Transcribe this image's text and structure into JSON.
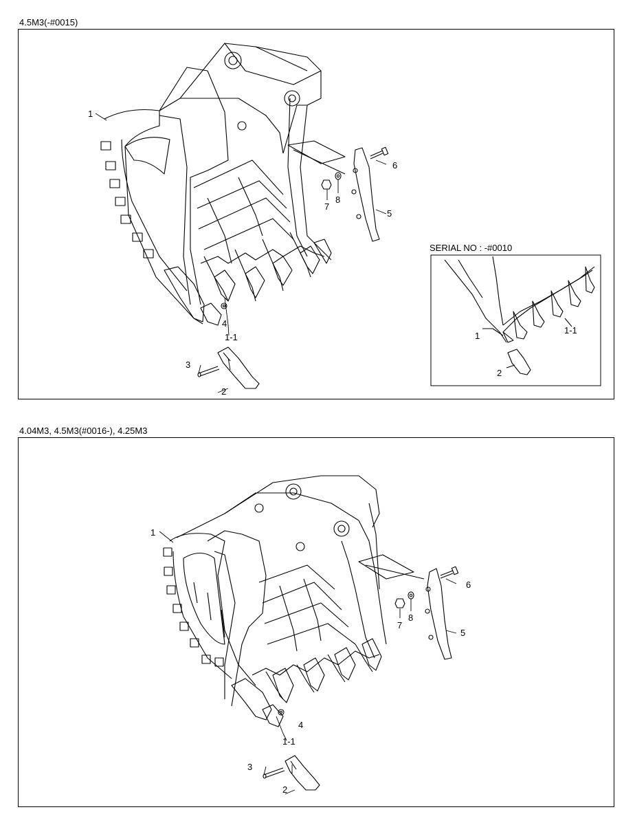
{
  "sections": [
    {
      "title": "4.5M3(-#0015)",
      "callouts": {
        "c1": "1",
        "c1_1": "1-1",
        "c2": "2",
        "c3": "3",
        "c4": "4",
        "c5": "5",
        "c6": "6",
        "c7": "7",
        "c8": "8"
      },
      "inset": {
        "title": "SERIAL NO : -#0010",
        "callouts": {
          "c1": "1",
          "c1_1": "1-1",
          "c2": "2"
        }
      }
    },
    {
      "title": "4.04M3, 4.5M3(#0016-), 4.25M3",
      "callouts": {
        "c1": "1",
        "c1_1": "1-1",
        "c2": "2",
        "c3": "3",
        "c4": "4",
        "c5": "5",
        "c6": "6",
        "c7": "7",
        "c8": "8"
      }
    }
  ]
}
